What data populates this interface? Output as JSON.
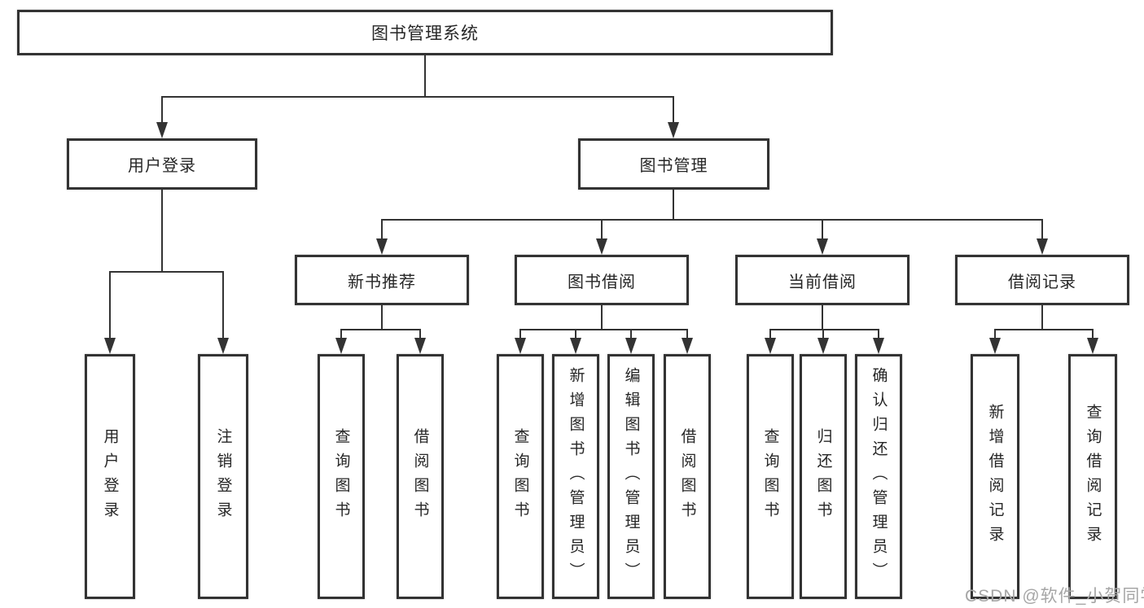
{
  "diagram": {
    "root": {
      "label": "图书管理系统"
    },
    "branches": [
      {
        "label": "用户登录",
        "children": [
          {
            "label": "用户登录"
          },
          {
            "label": "注销登录"
          }
        ]
      },
      {
        "label": "图书管理",
        "groups": [
          {
            "label": "新书推荐",
            "children": [
              {
                "label": "查询图书"
              },
              {
                "label": "借阅图书"
              }
            ]
          },
          {
            "label": "图书借阅",
            "children": [
              {
                "label": "查询图书"
              },
              {
                "label": "新增图书（管理员）"
              },
              {
                "label": "编辑图书（管理员）"
              },
              {
                "label": "借阅图书"
              }
            ]
          },
          {
            "label": "当前借阅",
            "children": [
              {
                "label": "查询图书"
              },
              {
                "label": "归还图书"
              },
              {
                "label": "确认归还（管理员）"
              }
            ]
          },
          {
            "label": "借阅记录",
            "children": [
              {
                "label": "新增借阅记录"
              },
              {
                "label": "查询借阅记录"
              }
            ]
          }
        ]
      }
    ]
  },
  "watermark": {
    "text": "CSDN @软件_小贺同学"
  },
  "colors": {
    "line": "#333333",
    "text": "#262626",
    "watermark": "#a6a6a6",
    "background": "#ffffff"
  }
}
